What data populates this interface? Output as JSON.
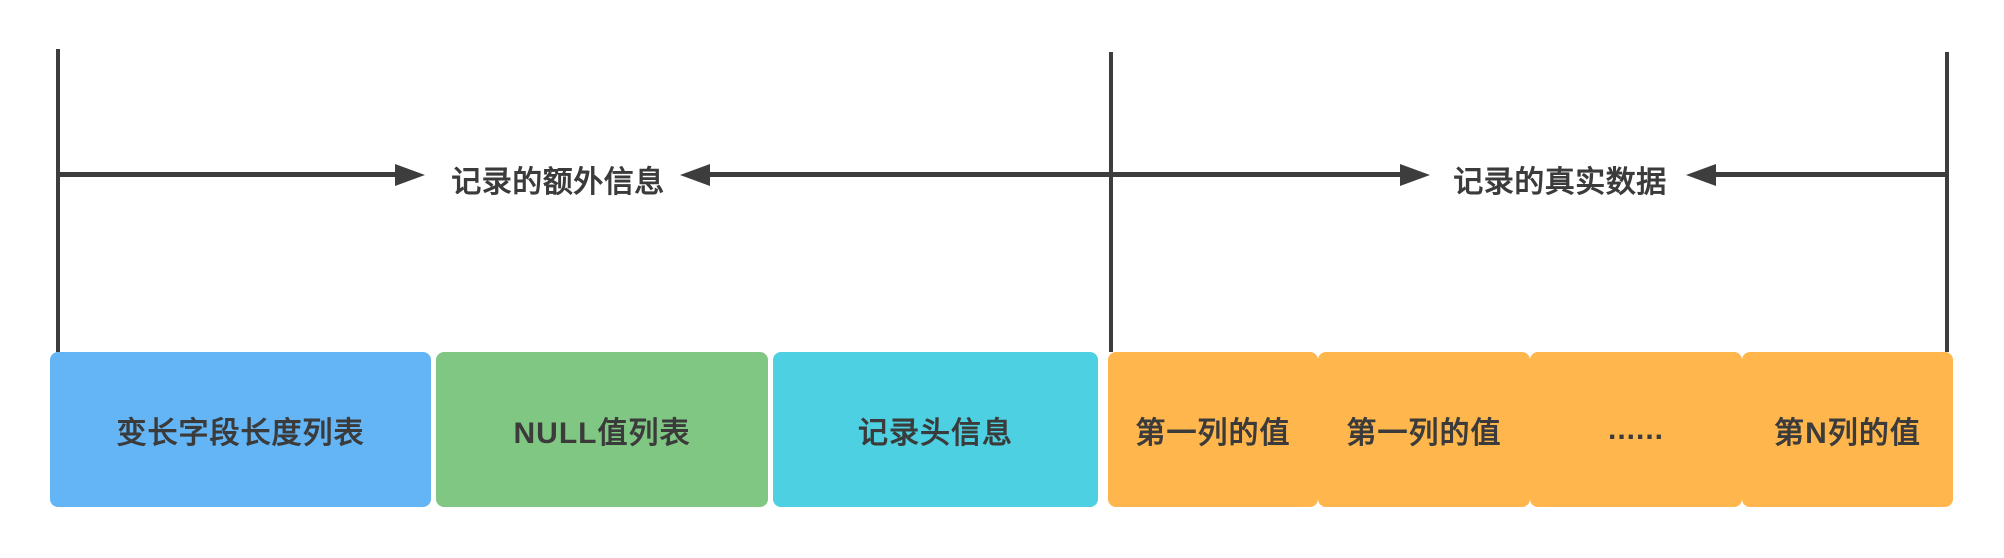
{
  "colors": {
    "background": "#ffffff",
    "line": "#3d3d3d",
    "text": "#3b3b3b",
    "blue": "#64B5F6",
    "green": "#81C784",
    "cyan": "#4DD0E1",
    "orange": "#FFB74D"
  },
  "annotations": {
    "extra_info": "记录的额外信息",
    "real_data": "记录的真实数据"
  },
  "segments": {
    "varlen_list": {
      "label": "变长字段长度列表"
    },
    "null_list": {
      "label": "NULL值列表"
    },
    "record_header": {
      "label": "记录头信息"
    },
    "col_first_1": {
      "label": "第一列的值"
    },
    "col_first_2": {
      "label": "第一列的值"
    },
    "ellipsis": {
      "label": "......"
    },
    "col_n": {
      "label": "第N列的值"
    }
  }
}
